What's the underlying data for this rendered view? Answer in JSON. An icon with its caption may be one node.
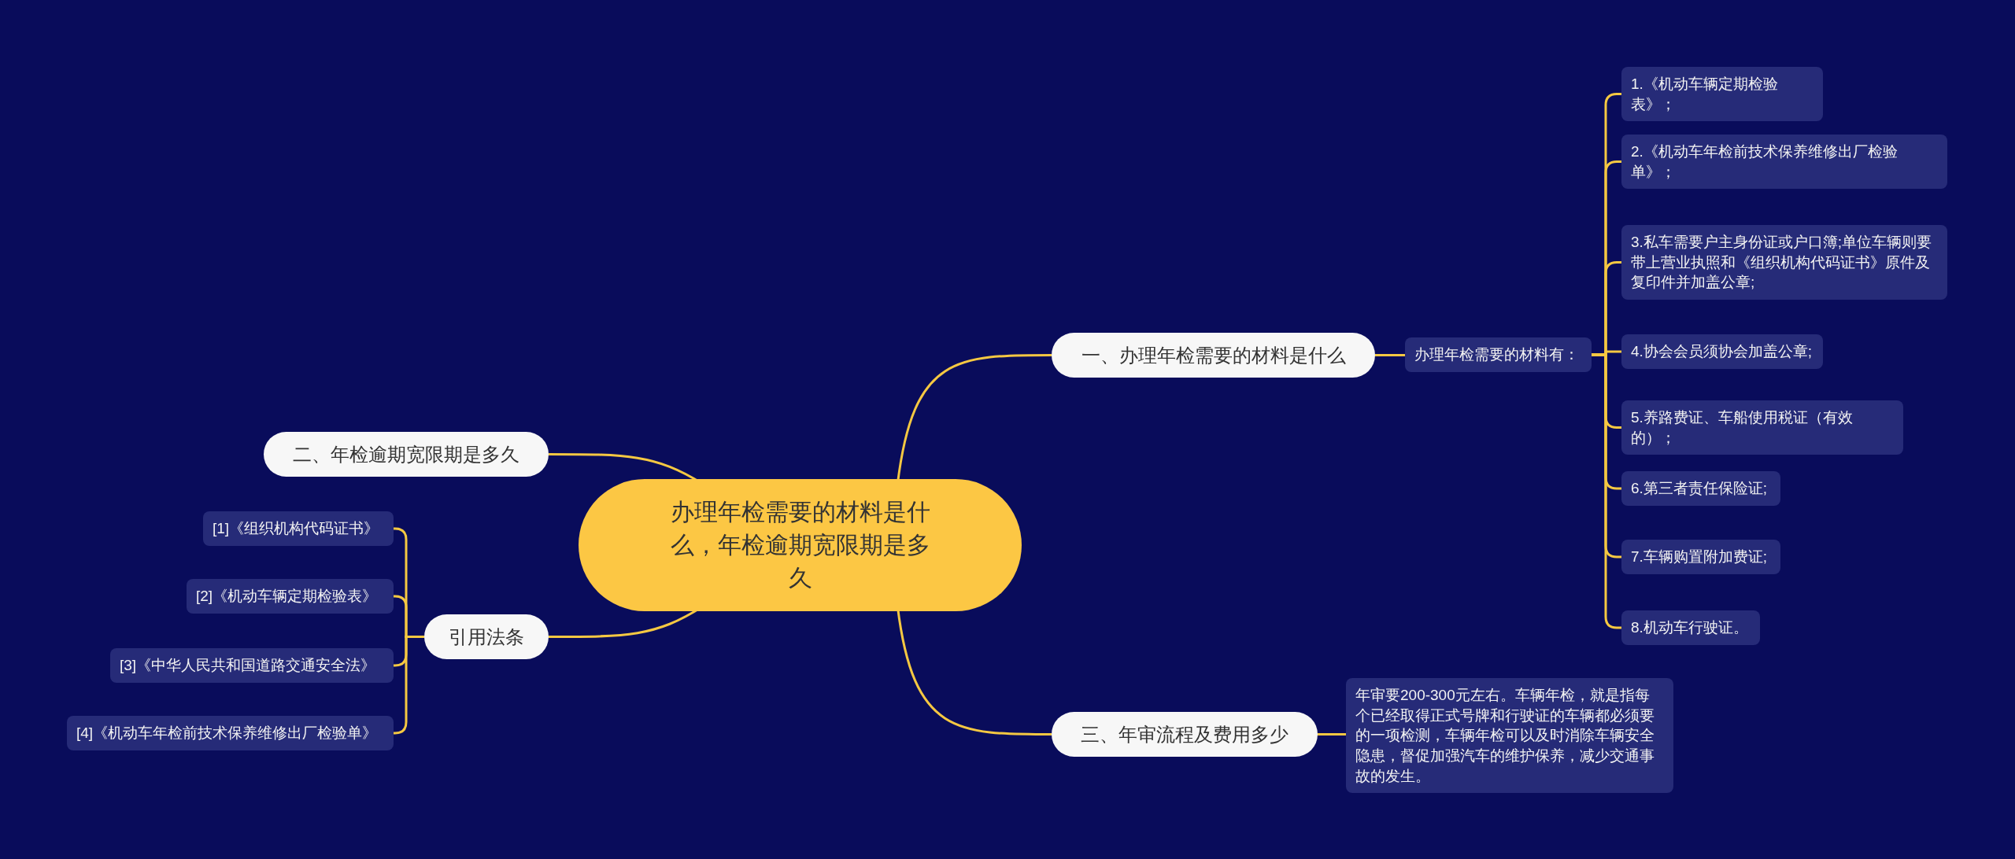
{
  "diagram": {
    "nodes": [
      {
        "text": [
          "办理年检需要的材料是什么，年检逾期宽限期是多久"
        ]
      },
      {
        "text": [
          "一、办理年检需要的材料是什么"
        ]
      },
      {
        "text": [
          "办理年检需要的材料有："
        ]
      },
      {
        "text": [
          "1.《机动车辆定期检验表》；"
        ]
      },
      {
        "text": [
          "2.《机动车年检前技术保养维修出厂检验单》；"
        ]
      },
      {
        "text": [
          "3.私车需要户主身份证或户口簿;单位车辆则要带上营业执照和《组织机构代码证书》原件及复印件并加盖公章;"
        ]
      },
      {
        "text": [
          "4.协会会员须协会加盖公章;"
        ]
      },
      {
        "text": [
          "5.养路费证、车船使用税证（有效的）；"
        ]
      },
      {
        "text": [
          "6.第三者责任保险证;"
        ]
      },
      {
        "text": [
          "7.车辆购置附加费证;"
        ]
      },
      {
        "text": [
          "8.机动车行驶证。"
        ]
      },
      {
        "text": [
          "二、年检逾期宽限期是多久"
        ]
      },
      {
        "text": [
          "引用法条"
        ]
      },
      {
        "text": [
          "[1]《组织机构代码证书》"
        ]
      },
      {
        "text": [
          "[2]《机动车辆定期检验表》"
        ]
      },
      {
        "text": [
          "[3]《中华人民共和国道路交通安全法》"
        ]
      },
      {
        "text": [
          "[4]《机动车年检前技术保养维修出厂检验单》"
        ]
      },
      {
        "text": [
          "三、年审流程及费用多少"
        ]
      },
      {
        "text": [
          "年审要200-300元左右。车辆年检，就是指每个已经取得正式号牌和行驶证的车辆都必须要的一项检测，车辆年检可以及时消除车辆安全隐患，督促加强汽车的维护保养，减少交通事故的发生。"
        ]
      }
    ],
    "edges": [
      {
        "from": 0,
        "to": 1,
        "arrow": "none"
      },
      {
        "from": 1,
        "to": 2,
        "arrow": "none"
      },
      {
        "from": 2,
        "to": 3,
        "arrow": "none"
      },
      {
        "from": 2,
        "to": 4,
        "arrow": "none"
      },
      {
        "from": 2,
        "to": 5,
        "arrow": "none"
      },
      {
        "from": 2,
        "to": 6,
        "arrow": "none"
      },
      {
        "from": 2,
        "to": 7,
        "arrow": "none"
      },
      {
        "from": 2,
        "to": 8,
        "arrow": "none"
      },
      {
        "from": 2,
        "to": 9,
        "arrow": "none"
      },
      {
        "from": 2,
        "to": 10,
        "arrow": "none"
      },
      {
        "from": 0,
        "to": 11,
        "arrow": "none"
      },
      {
        "from": 0,
        "to": 12,
        "arrow": "none"
      },
      {
        "from": 12,
        "to": 13,
        "arrow": "none"
      },
      {
        "from": 12,
        "to": 14,
        "arrow": "none"
      },
      {
        "from": 12,
        "to": 15,
        "arrow": "none"
      },
      {
        "from": 12,
        "to": 16,
        "arrow": "none"
      },
      {
        "from": 0,
        "to": 17,
        "arrow": "none"
      },
      {
        "from": 17,
        "to": 18,
        "arrow": "none"
      }
    ]
  }
}
